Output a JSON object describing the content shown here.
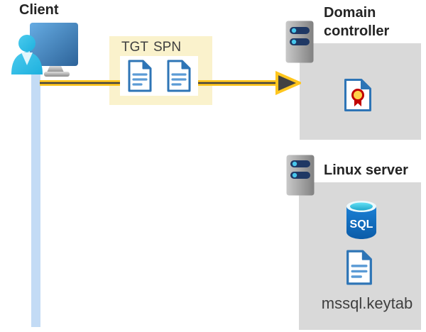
{
  "client": {
    "label": "Client"
  },
  "ticket_box": {
    "tgt_label": "TGT",
    "spn_label": "SPN"
  },
  "domain_controller": {
    "title": "Domain controller"
  },
  "linux_server": {
    "title": "Linux server",
    "sql_label": "SQL",
    "keytab_label": "mssql.keytab"
  },
  "colors": {
    "accent-gold": "#FFC61E",
    "arrow-dark": "#424242",
    "ticket-bg": "#FAF2CC",
    "panel-gray": "#D9D9D9",
    "doc-blue": "#2E75B6",
    "doc-line": "#5B9BD5",
    "lifeline": "#C3DBF5",
    "title-col": "#242424",
    "label-col": "#3F3F3F",
    "bar-navy": "#1F3864",
    "dot-cyan": "#47C7EC",
    "cert-red": "#C00000",
    "cert-gold": "#FFD24A"
  }
}
